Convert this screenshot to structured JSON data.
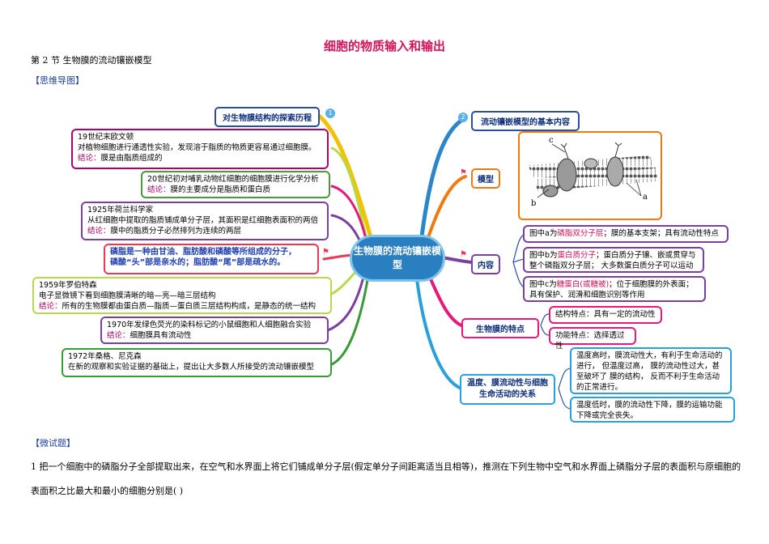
{
  "doc": {
    "title": "细胞的物质输入和输出",
    "subtitle": "第 2 节  生物膜的流动镶嵌模型",
    "section_map": "【思维导图】",
    "section_quiz": "【微试题】",
    "question": "1  把一个细胞中的磷脂分子全部提取出来，在空气和水界面上将它们铺成单分子层(假定单分子间距离适当且相等)，推测在下列生物中空气和水界面上磷脂分子层的表面积与原细胞的表面积之比最大和最小的细胞分别是(        )"
  },
  "mindmap": {
    "center": "生物膜的流动镶嵌模型",
    "left_root": "对生物膜结构的探索历程",
    "left_root_num": "1",
    "history": [
      {
        "head": "19世纪末欧文顿",
        "body": "对植物细胞进行通透性实验，发现溶于脂质的物质更容易通过细胞膜。",
        "concl_label": "结论：",
        "concl": "膜是由脂质组成的"
      },
      {
        "head": "20世纪初对哺乳动物红细胞的细胞膜进行化学分析",
        "body": "",
        "concl_label": "结论：",
        "concl": "膜的主要成分是脂质和蛋白质"
      },
      {
        "head": "1925年荷兰科学家",
        "body": "从红细胞中提取的脂质铺成单分子层，其面积是红细胞表面积的两倍",
        "concl_label": "结论：",
        "concl": "膜中的脂质分子必然排列为连续的两层"
      },
      {
        "head": "磷脂是一种由甘油、脂肪酸和磷酸等所组成的分子，",
        "body": "磷酸“头”部是亲水的；脂肪酸“尾”部是疏水的。",
        "concl_label": "",
        "concl": ""
      },
      {
        "head": "1959年罗伯特森",
        "body": "电子显微镜下看到细胞膜清晰的暗—亮—暗三层结构",
        "concl_label": "结论：",
        "concl": "所有的生物膜都由蛋白质—脂质—蛋白质三层结构构成，是静态的统一结构"
      },
      {
        "head": "1970年发绿色荧光的染料标记的小鼠细胞和人细胞融合实验",
        "body": "",
        "concl_label": "结论：",
        "concl": "细胞膜具有流动性"
      },
      {
        "head": "1972年桑格、尼克森",
        "body": "在新的观察和实验证据的基础上，提出让大多数人所接受的流动镶嵌模型",
        "concl_label": "",
        "concl": ""
      }
    ],
    "right_root": "流动镶嵌模型的基本内容",
    "right_root_num": "2",
    "model_label": "模型",
    "figure_labels": [
      "c",
      "b",
      "a"
    ],
    "content_label": "内容",
    "content": [
      {
        "pre": "图中a为",
        "key": "磷脂双分子层",
        "post": "；膜的基本支架；具有流动性特点"
      },
      {
        "pre": "图中b为",
        "key": "蛋白质分子",
        "post": "；蛋白质分子镶、嵌或贯穿与整个磷脂双分子层；  大多数蛋白质分子可以运动"
      },
      {
        "pre": "图中c为",
        "key": "糖蛋白(或糖被)",
        "post": "；位于细胞膜的外表面；具有保护、润滑和细胞识别等作用"
      }
    ],
    "feature_label": "生物膜的特点",
    "features": [
      "结构特点：具有一定的流动性",
      "功能特点：选择透过性"
    ],
    "temp_label": "温度、膜流动性与细胞生命活动的关系",
    "temps": [
      "温度高时，膜流动性大，有利于生命活动的进行，  但温度过高，  膜的流动性过大，甚至破坏了 膜的结构，   反而不利于生命活动的正常进行。",
      "温度低时，膜的流动性下降，膜的运输功能下降或完全丧失。"
    ]
  },
  "colors": {
    "title": "#d4145a",
    "conclusion": "#b0006b",
    "node_border": "#2a4f9e",
    "center": "#2a7fc0"
  }
}
